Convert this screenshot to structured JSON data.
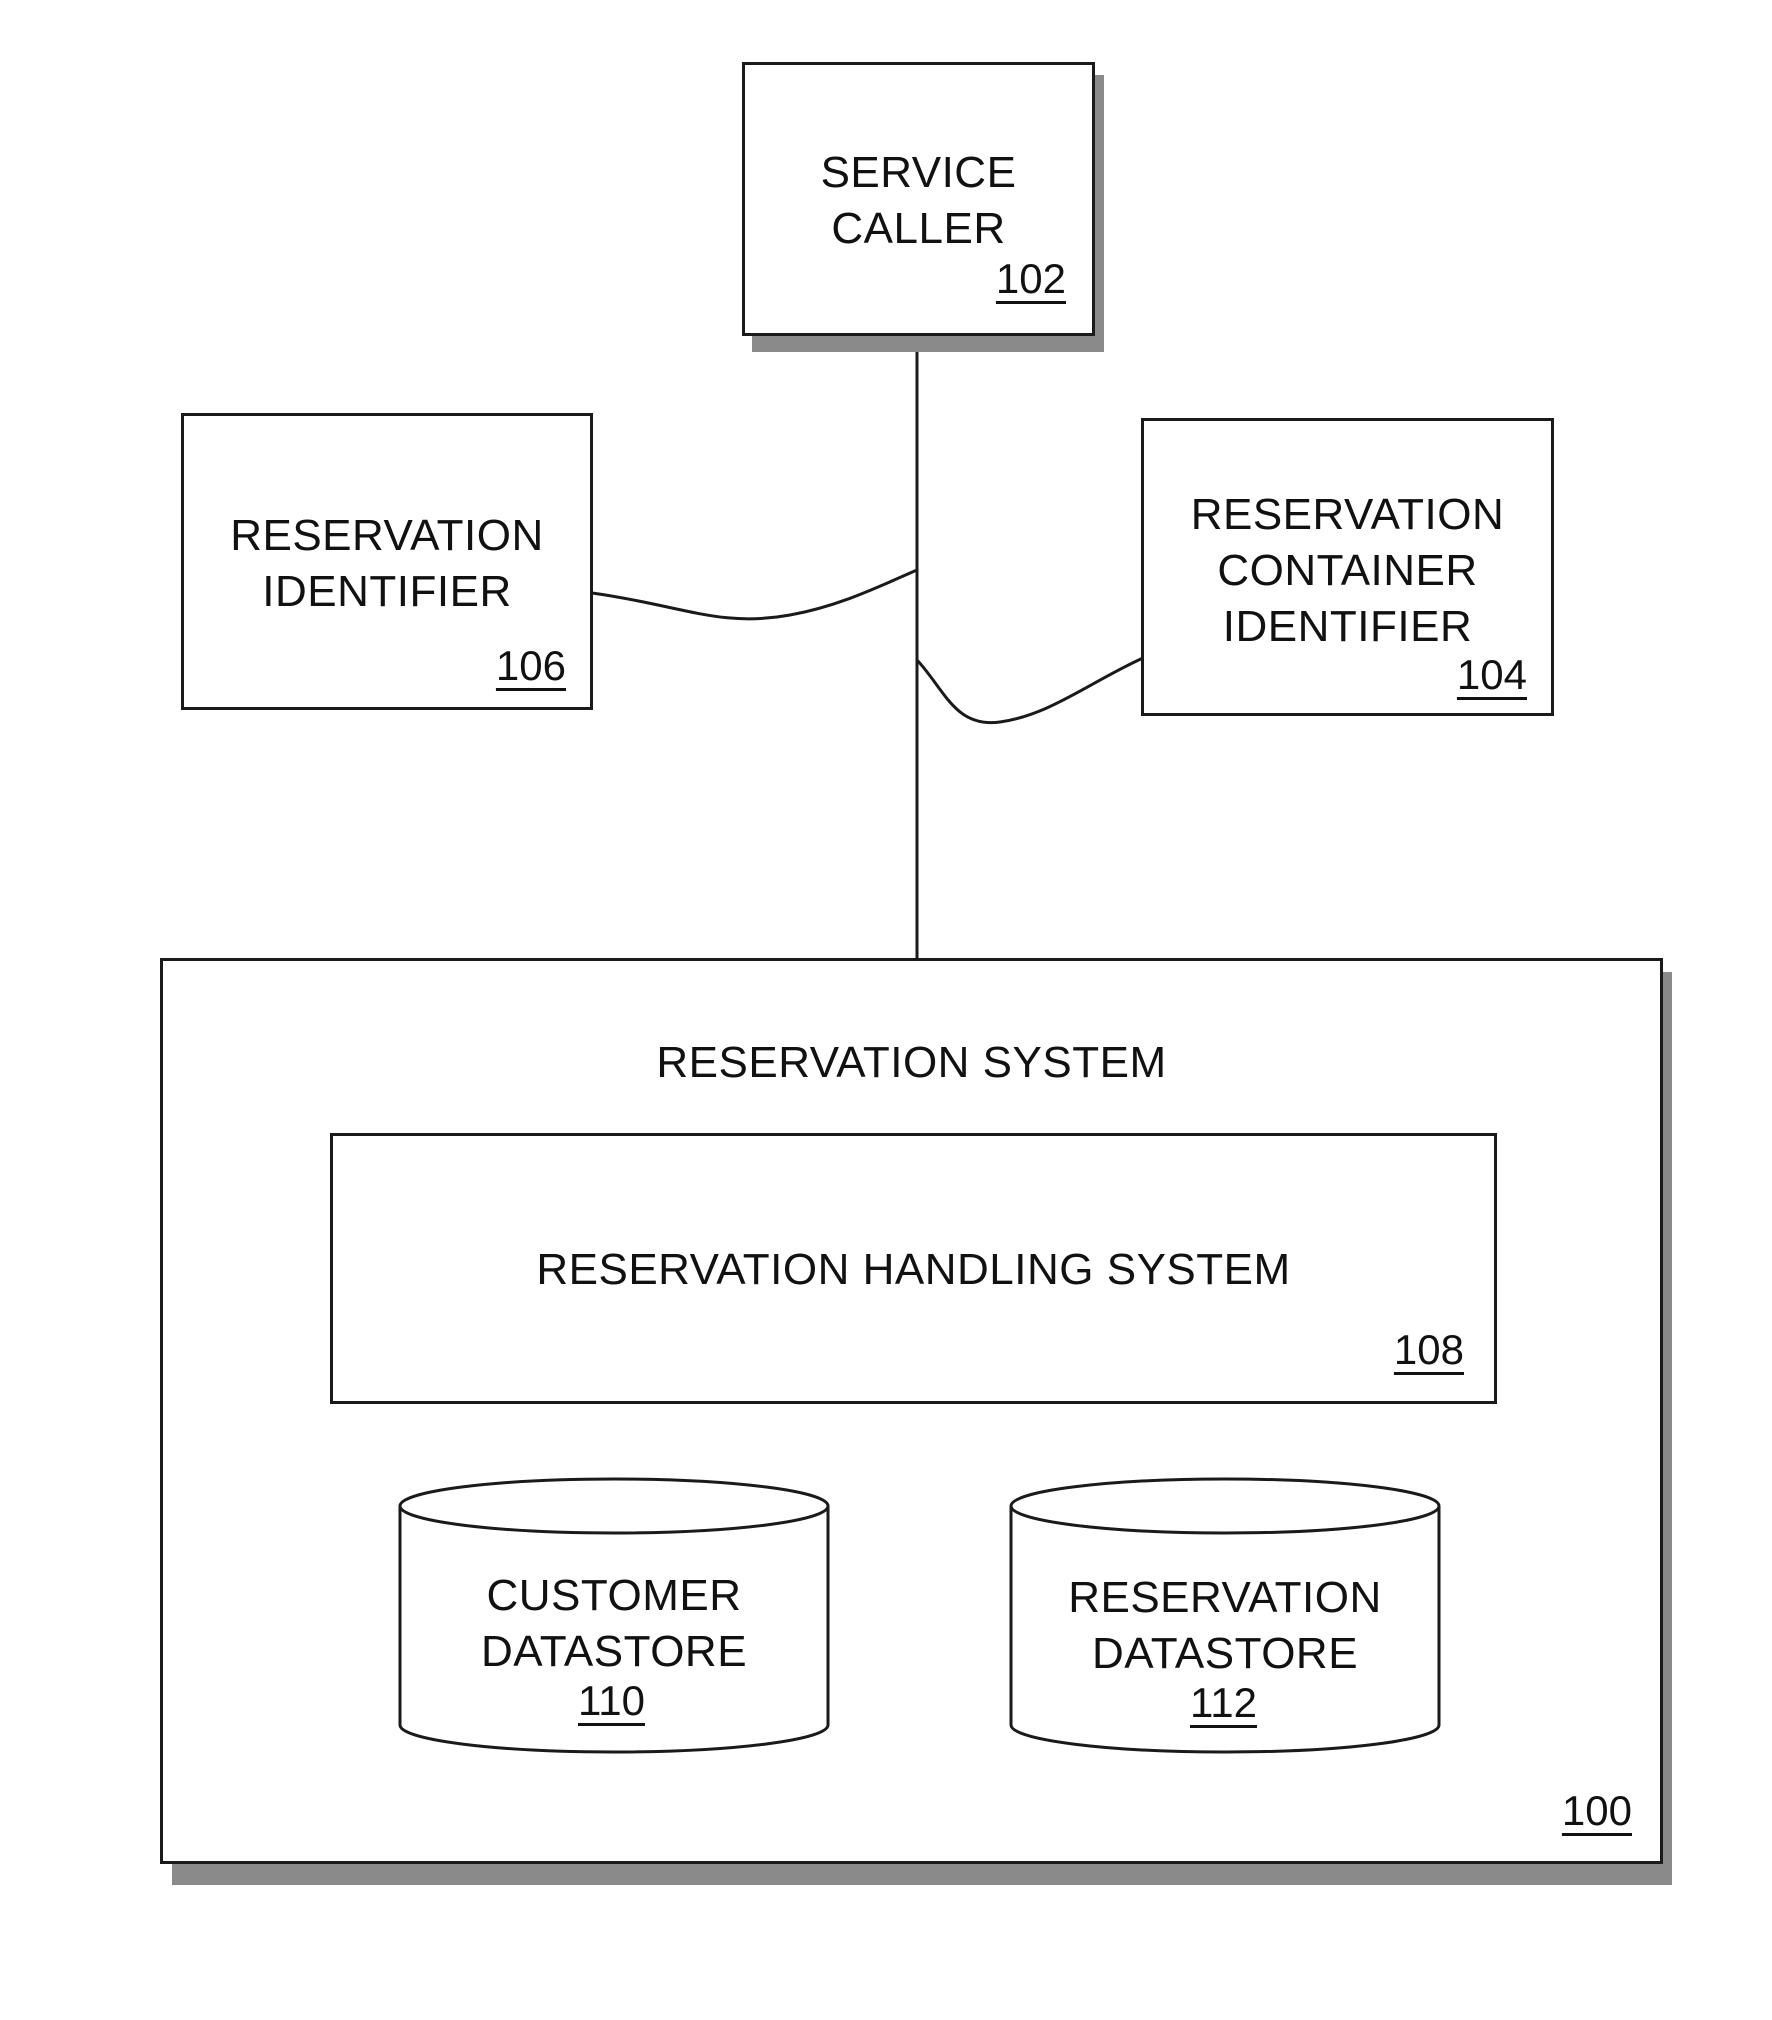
{
  "service_caller": {
    "line1": "SERVICE",
    "line2": "CALLER",
    "ref": "102"
  },
  "reservation_identifier": {
    "line1": "RESERVATION",
    "line2": "IDENTIFIER",
    "ref": "106"
  },
  "reservation_container_identifier": {
    "line1": "RESERVATION",
    "line2": "CONTAINER",
    "line3": "IDENTIFIER",
    "ref": "104"
  },
  "reservation_system": {
    "title": "RESERVATION SYSTEM",
    "ref": "100"
  },
  "reservation_handling_system": {
    "title": "RESERVATION HANDLING SYSTEM",
    "ref": "108"
  },
  "customer_datastore": {
    "line1": "CUSTOMER",
    "line2": "DATASTORE",
    "ref": "110"
  },
  "reservation_datastore": {
    "line1": "RESERVATION",
    "line2": "DATASTORE",
    "ref": "112"
  }
}
